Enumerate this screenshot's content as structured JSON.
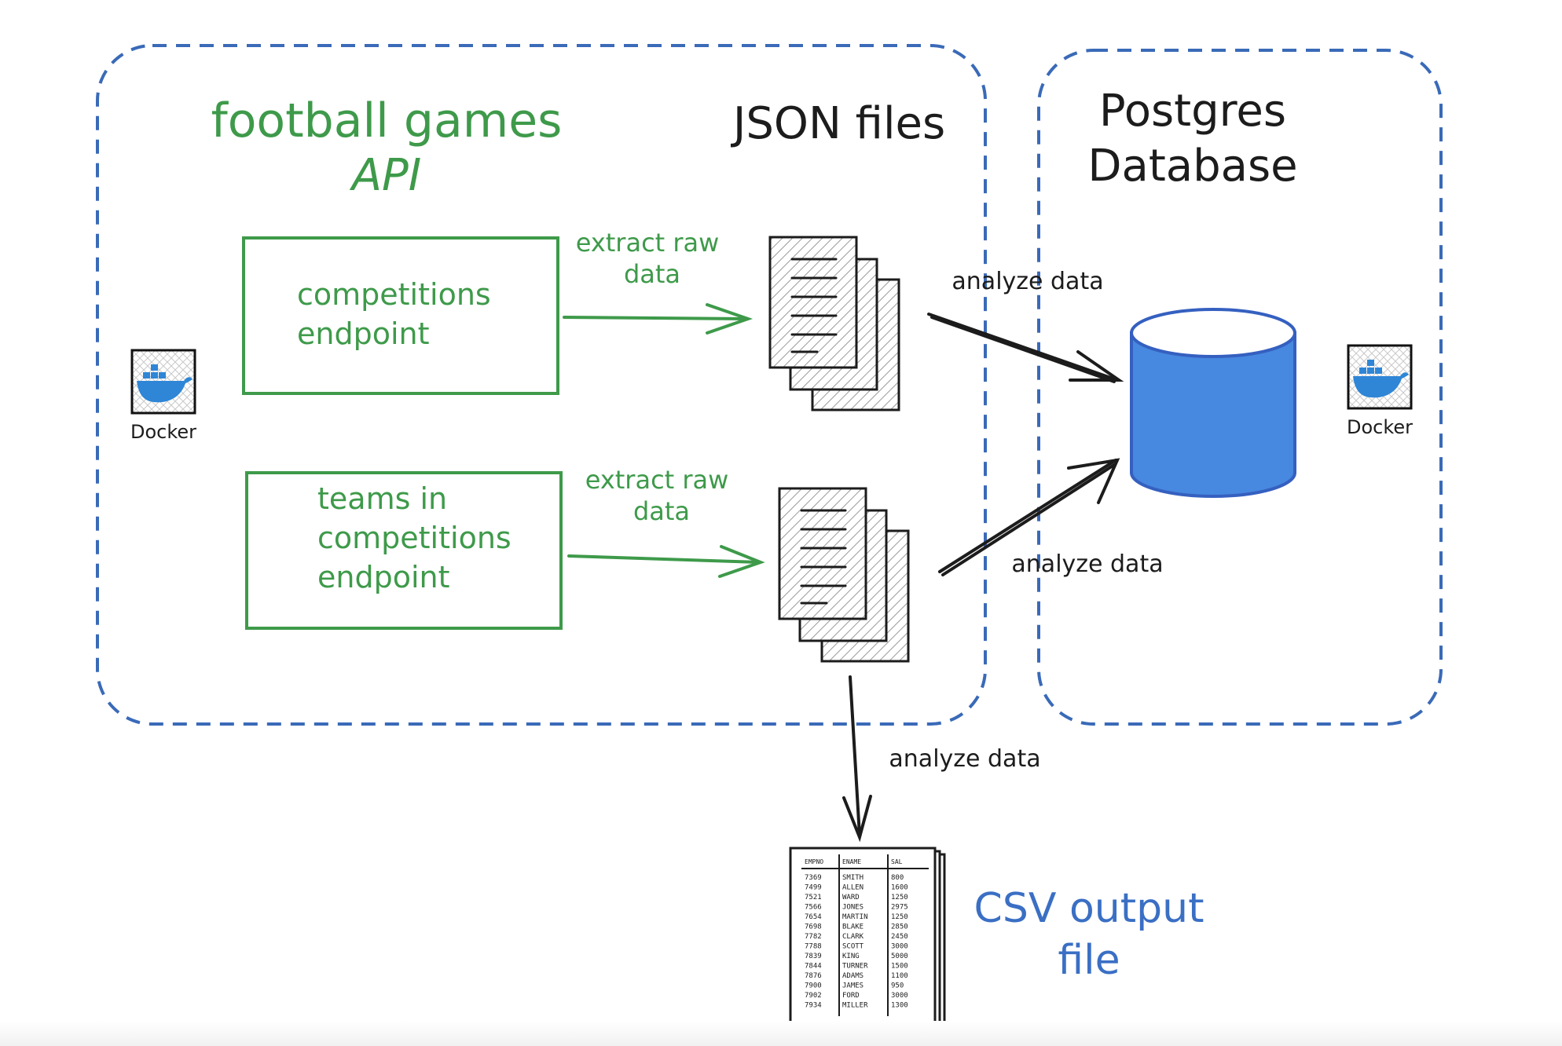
{
  "labels": {
    "api_title_line1": "football games",
    "api_title_line2": "API",
    "json_files_title": "JSON files",
    "db_title_line1": "Postgres",
    "db_title_line2": "Database",
    "csv_title_line1": "CSV output",
    "csv_title_line2": "file"
  },
  "endpoints": [
    {
      "lines": [
        "competitions",
        "endpoint"
      ]
    },
    {
      "lines": [
        "teams in",
        "competitions",
        "endpoint"
      ]
    }
  ],
  "edges": {
    "extract_1": [
      "extract raw",
      "data"
    ],
    "extract_2": [
      "extract raw",
      "data"
    ],
    "analyze_top": "analyze data",
    "analyze_bottom": "analyze data",
    "analyze_csv": "analyze data"
  },
  "docker_labels": {
    "left": "Docker",
    "right": "Docker"
  },
  "csv_table": {
    "headers": [
      "EMPNO",
      "ENAME",
      "SAL"
    ],
    "rows": [
      [
        "7369",
        "SMITH",
        "800"
      ],
      [
        "7499",
        "ALLEN",
        "1600"
      ],
      [
        "7521",
        "WARD",
        "1250"
      ],
      [
        "7566",
        "JONES",
        "2975"
      ],
      [
        "7654",
        "MARTIN",
        "1250"
      ],
      [
        "7698",
        "BLAKE",
        "2850"
      ],
      [
        "7782",
        "CLARK",
        "2450"
      ],
      [
        "7788",
        "SCOTT",
        "3000"
      ],
      [
        "7839",
        "KING",
        "5000"
      ],
      [
        "7844",
        "TURNER",
        "1500"
      ],
      [
        "7876",
        "ADAMS",
        "1100"
      ],
      [
        "7900",
        "JAMES",
        "950"
      ],
      [
        "7902",
        "FORD",
        "3000"
      ],
      [
        "7934",
        "MILLER",
        "1300"
      ]
    ]
  },
  "colors": {
    "green": "#3e9a4a",
    "blue_dash": "#3a6ab8",
    "blue_db": "#4788e0",
    "docker_blue": "#2f86d6",
    "ink": "#1c1c1c",
    "csv_blue": "#3a6fc4"
  }
}
